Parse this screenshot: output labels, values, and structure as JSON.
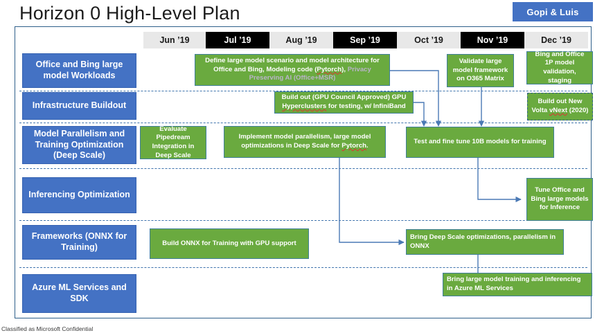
{
  "header": {
    "title": "Horizon 0 High-Level Plan",
    "owner_chip": "Gopi & Luis",
    "accent_blue": "#4472c4",
    "task_green": "#6aaa3f",
    "border_blue": "#2e5f8a"
  },
  "timeline": {
    "months": [
      {
        "label": "Jun ’19",
        "style": "light"
      },
      {
        "label": "Jul ’19",
        "style": "dark"
      },
      {
        "label": "Aug ’19",
        "style": "light"
      },
      {
        "label": "Sep ’19",
        "style": "dark"
      },
      {
        "label": "Oct ’19",
        "style": "light"
      },
      {
        "label": "Nov ’19",
        "style": "dark"
      },
      {
        "label": "Dec ’19",
        "style": "light"
      }
    ]
  },
  "lanes": [
    {
      "id": "office-bing-workloads",
      "label": "Office and Bing large model Workloads"
    },
    {
      "id": "infrastructure-buildout",
      "label": "Infrastructure Buildout"
    },
    {
      "id": "model-parallelism",
      "label": "Model Parallelism and Training Optimization (Deep Scale)"
    },
    {
      "id": "inferencing-optimization",
      "label": "Inferencing Optimization"
    },
    {
      "id": "frameworks-onnx",
      "label": "Frameworks (ONNX for Training)"
    },
    {
      "id": "azure-ml-services",
      "label": "Azure ML Services and SDK"
    }
  ],
  "tasks": [
    {
      "id": "define-large-model-scenario",
      "lane": "office-bing-workloads",
      "text_main": "Define large model scenario and model architecture for Office and Bing,  Modeling code (",
      "spell_word": "Pytorch",
      "text_tail": "), ",
      "text_muted": "Privacy Preserving AI (Office+MSR)",
      "align": "center",
      "selected": false
    },
    {
      "id": "validate-large-model-framework",
      "lane": "office-bing-workloads",
      "text": "Validate large model framework on O365 Matrix",
      "align": "center",
      "selected": false
    },
    {
      "id": "bing-office-1p-validation",
      "lane": "office-bing-workloads",
      "text": "Bing and Office 1P model validation, staging",
      "align": "center",
      "selected": false
    },
    {
      "id": "build-out-gpu-hyperclusters",
      "lane": "infrastructure-buildout",
      "text_main": "Build out  (GPU Council Approved) GPU ",
      "spell_word": "Hyperclusters",
      "text_tail": " for testing, w/ InfiniBand",
      "align": "center",
      "selected": false
    },
    {
      "id": "build-out-new-volta-vnext",
      "lane": "infrastructure-buildout",
      "text_main": "Build out  New Volta ",
      "spell_word": "vNext",
      "text_tail": " (2020)",
      "align": "center",
      "selected": true
    },
    {
      "id": "evaluate-pipedream-integration",
      "lane": "model-parallelism",
      "text": "Evaluate Pipedream Integration in Deep Scale",
      "align": "center",
      "selected": false
    },
    {
      "id": "implement-model-parallelism",
      "lane": "model-parallelism",
      "text_main": "Implement model parallelism, large model optimizations in Deep Scale for ",
      "spell_word": "Pytorch",
      "text_tail": ".",
      "align": "center",
      "selected": false
    },
    {
      "id": "test-fine-tune-10b-models",
      "lane": "model-parallelism",
      "text": "Test and fine tune 10B models for training",
      "align": "center",
      "selected": false
    },
    {
      "id": "tune-office-bing-inference",
      "lane": "inferencing-optimization",
      "text": "Tune Office and Bing large models for Inference",
      "align": "center",
      "selected": false
    },
    {
      "id": "build-onnx-for-training",
      "lane": "frameworks-onnx",
      "text": "Build ONNX for Training with GPU support",
      "align": "center",
      "selected": false
    },
    {
      "id": "bring-deep-scale-optimizations-onnx",
      "lane": "frameworks-onnx",
      "text": "Bring Deep Scale optimizations, parallelism in ONNX",
      "align": "left",
      "selected": false
    },
    {
      "id": "bring-large-model-training-azure-ml",
      "lane": "azure-ml-services",
      "text": "Bring large model training and inferencing in Azure ML Services",
      "align": "left",
      "selected": false
    }
  ],
  "footer": {
    "classification": "Classified as Microsoft Confidential"
  }
}
